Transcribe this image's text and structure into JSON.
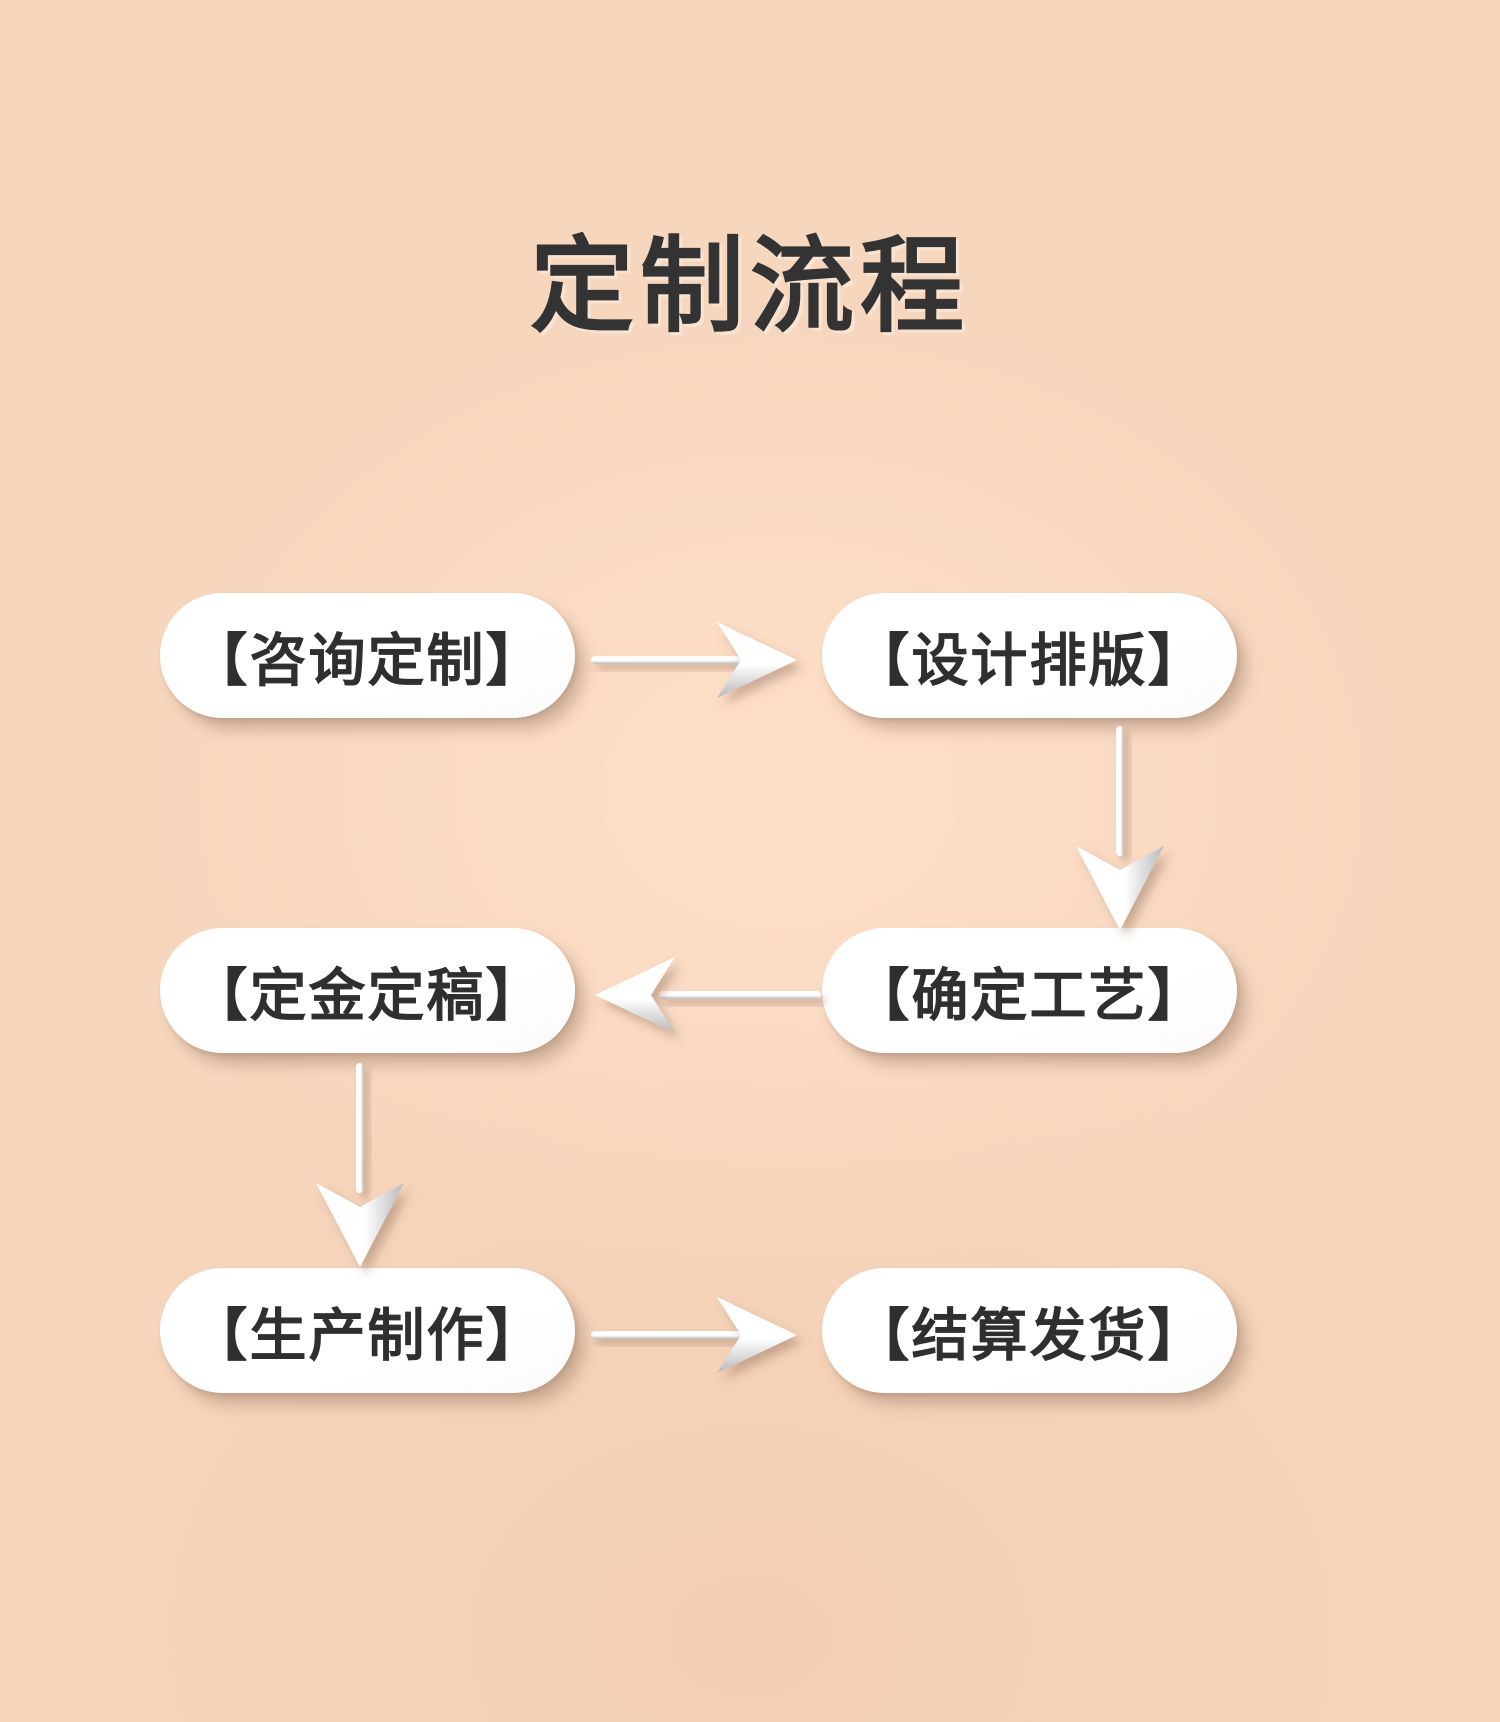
{
  "page": {
    "title": "定制流程",
    "background_color": "#f6d6bd",
    "title_color": "#333333",
    "node_fill_color": "#ffffff",
    "node_text_color": "#2f2f2f",
    "arrow_color": "#ffffff"
  },
  "flow": {
    "nodes": [
      {
        "id": "step-1",
        "label": "【咨询定制】"
      },
      {
        "id": "step-2",
        "label": "【设计排版】"
      },
      {
        "id": "step-3",
        "label": "【定金定稿】"
      },
      {
        "id": "step-4",
        "label": "【确定工艺】"
      },
      {
        "id": "step-5",
        "label": "【生产制作】"
      },
      {
        "id": "step-6",
        "label": "【结算发货】"
      }
    ],
    "connectors": [
      {
        "id": "arrow-1",
        "from": "step-1",
        "to": "step-2",
        "direction": "right"
      },
      {
        "id": "arrow-2",
        "from": "step-2",
        "to": "step-4",
        "direction": "down"
      },
      {
        "id": "arrow-3",
        "from": "step-4",
        "to": "step-3",
        "direction": "left"
      },
      {
        "id": "arrow-4",
        "from": "step-3",
        "to": "step-5",
        "direction": "down"
      },
      {
        "id": "arrow-5",
        "from": "step-5",
        "to": "step-6",
        "direction": "right"
      }
    ]
  }
}
